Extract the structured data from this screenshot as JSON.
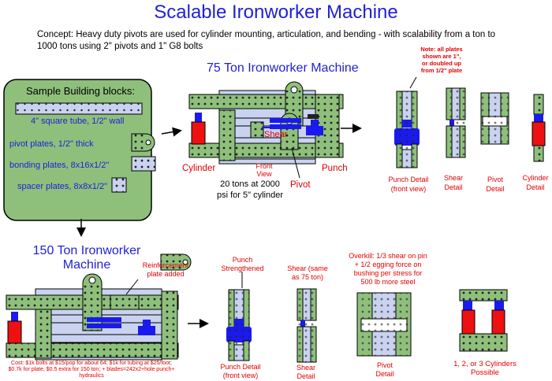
{
  "title": "Scalable Ironworker Machine",
  "concept": {
    "line1": "Concept: Heavy duty pivots are used for cylinder mounting, articulation, and bending - with scalability from a ton to",
    "line2": "1000 tons using 2\" pivots and 1\" G8 bolts"
  },
  "blocks": {
    "heading": "Sample Building blocks:",
    "tube": "4\" square tube, 1/2\" wall",
    "pivot": "pivot plates, 1/2\" thick",
    "bonding": "bonding plates, 8x16x1/2\"",
    "spacer": "spacer plates, 8x8x1/2\""
  },
  "m75": {
    "title": "75 Ton Ironworker Machine",
    "shear": "Shear",
    "cylinder": "Cylinder",
    "front_view_1": "Front",
    "front_view_2": "View",
    "punch": "Punch",
    "pivot": "Pivot",
    "force_1": "20 tons at 2000",
    "force_2": "psi for 5\" cylinder",
    "note_1": "Note: all plates",
    "note_2": "shown are 1\",",
    "note_3": "or doubled up",
    "note_4": "from 1/2\" plate",
    "punch_detail_1": "Punch Detail",
    "punch_detail_2": "(front view)",
    "shear_detail_1": "Shear",
    "shear_detail_2": "Detail",
    "pivot_detail_1": "Pivot",
    "pivot_detail_2": "Detail",
    "cyl_detail_1": "Cylinder",
    "cyl_detail_2": "Detail"
  },
  "m150": {
    "title_1": "150 Ton Ironworker",
    "title_2": "Machine",
    "reinf_1": "Reinforcement",
    "reinf_2": "plate added",
    "punch_str_1": "Punch",
    "punch_str_2": "Strengthened",
    "shear_same_1": "Shear (same",
    "shear_same_2": "as 75 ton)",
    "overkill_1": "Overkill: 1/3 shear on pin",
    "overkill_2": "+ 1/2 egging force on",
    "overkill_3": "bushing per stress for",
    "overkill_4": "500 lb more steel",
    "cost_1": "Cost: $1k bolts at $15/pop for about 64; $1k for tubing at $25/foot;",
    "cost_2": "$0.7k for plate, $0.5 extra for 150 ton; + blades=242x2+hole punch+",
    "cost_3": "hydraulics",
    "punch_detail_1": "Punch Detail",
    "punch_detail_2": "(front view)",
    "shear_detail_1": "Shear",
    "shear_detail_2": "Detail",
    "pivot_detail_1": "Pivot",
    "pivot_detail_2": "Detail",
    "cylinders_1": "1, 2, or 3 Cylinders",
    "cylinders_2": "Possible"
  },
  "colors": {
    "green": "#8ec07c",
    "tube": "#c9d3ef",
    "red": "#ee1111",
    "blue": "#1a1aee",
    "title_blue": "#1f1fd6",
    "label_red": "#e00000"
  }
}
